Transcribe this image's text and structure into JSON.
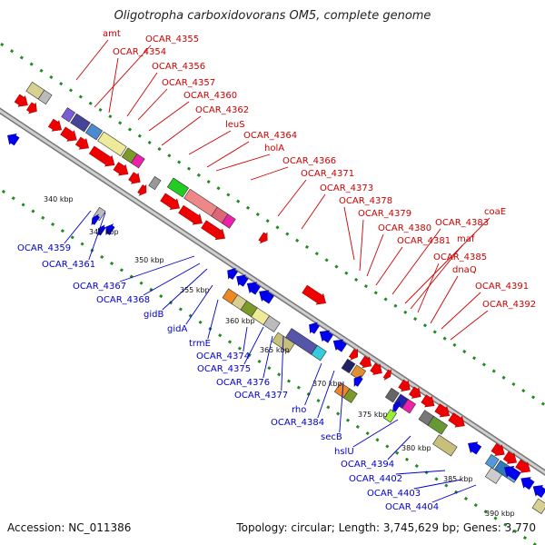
{
  "title": "Oligotropha carboxidovorans OM5, complete genome",
  "footer": {
    "accession": "Accession: NC_011386",
    "summary": "Topology: circular; Length: 3,745,629 bp; Genes: 3,770"
  },
  "colors": {
    "forward_label": "#cc0000",
    "reverse_label": "#0000cc",
    "forward_arrow": "#ee0000",
    "reverse_arrow": "#0000ee",
    "backbone": "#999999",
    "track_dots": "#228b22"
  },
  "scale_ticks": [
    "340 kbp",
    "345 kbp",
    "350 kbp",
    "355 kbp",
    "360 kbp",
    "365 kbp",
    "370 kbp",
    "375 kbp",
    "380 kbp",
    "385 kbp",
    "390 kbp"
  ],
  "forward_genes": [
    "amt",
    "OCAR_4355",
    "OCAR_4354",
    "OCAR_4356",
    "OCAR_4357",
    "OCAR_4360",
    "OCAR_4362",
    "leuS",
    "OCAR_4364",
    "holA",
    "OCAR_4366",
    "OCAR_4371",
    "OCAR_4373",
    "OCAR_4378",
    "OCAR_4379",
    "OCAR_4380",
    "OCAR_4383",
    "coaE",
    "OCAR_4381",
    "maf",
    "OCAR_4385",
    "dnaQ",
    "OCAR_4391",
    "OCAR_4392"
  ],
  "reverse_genes": [
    "OCAR_4359",
    "OCAR_4361",
    "OCAR_4367",
    "OCAR_4368",
    "gidB",
    "gidA",
    "trmE",
    "OCAR_4374",
    "OCAR_4375",
    "OCAR_4376",
    "OCAR_4377",
    "rho",
    "OCAR_4384",
    "secB",
    "hslU",
    "OCAR_4394",
    "OCAR_4402",
    "OCAR_4403",
    "OCAR_4404"
  ]
}
